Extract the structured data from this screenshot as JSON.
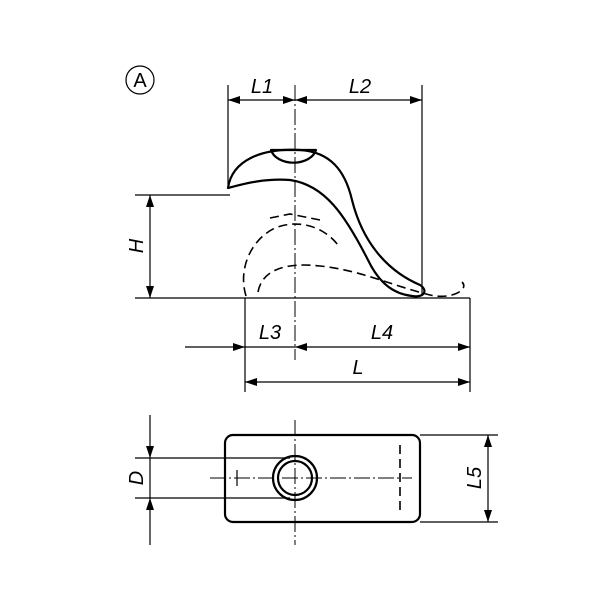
{
  "drawing": {
    "view_label": "A",
    "dimensions": {
      "L1": "L1",
      "L2": "L2",
      "H": "H",
      "L3": "L3",
      "L4": "L4",
      "L": "L",
      "D": "D",
      "L5": "L5"
    },
    "colors": {
      "line": "#000000",
      "background": "#ffffff"
    }
  }
}
